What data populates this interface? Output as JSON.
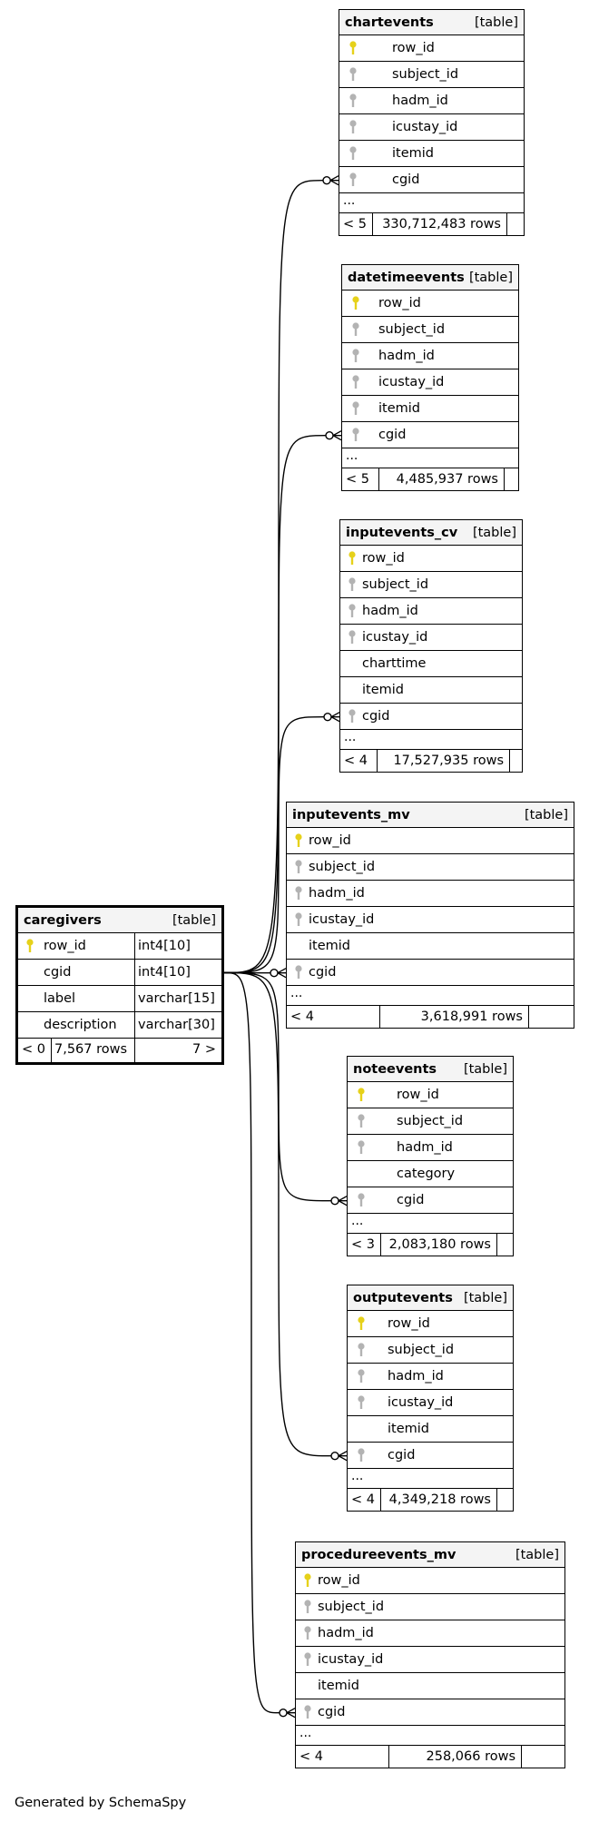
{
  "focus_table": {
    "name": "caregivers",
    "type": "[table]",
    "columns": [
      {
        "name": "row_id",
        "type": "int4[10]",
        "key": "primary"
      },
      {
        "name": "cgid",
        "type": "int4[10]",
        "key": "none"
      },
      {
        "name": "label",
        "type": "varchar[15]",
        "key": "none"
      },
      {
        "name": "description",
        "type": "varchar[30]",
        "key": "none"
      }
    ],
    "footer": {
      "parents": "< 0",
      "rows": "7,567 rows",
      "children": "7 >"
    }
  },
  "related_tables": [
    {
      "name": "chartevents",
      "type": "[table]",
      "columns": [
        {
          "name": "row_id",
          "key": "primary"
        },
        {
          "name": "subject_id",
          "key": "foreign"
        },
        {
          "name": "hadm_id",
          "key": "foreign"
        },
        {
          "name": "icustay_id",
          "key": "foreign"
        },
        {
          "name": "itemid",
          "key": "foreign"
        },
        {
          "name": "cgid",
          "key": "foreign"
        }
      ],
      "ellipsis": "...",
      "footer": {
        "parents": "< 5",
        "rows": "330,712,483 rows"
      }
    },
    {
      "name": "datetimeevents",
      "type": "[table]",
      "columns": [
        {
          "name": "row_id",
          "key": "primary"
        },
        {
          "name": "subject_id",
          "key": "foreign"
        },
        {
          "name": "hadm_id",
          "key": "foreign"
        },
        {
          "name": "icustay_id",
          "key": "foreign"
        },
        {
          "name": "itemid",
          "key": "foreign"
        },
        {
          "name": "cgid",
          "key": "foreign"
        }
      ],
      "ellipsis": "...",
      "footer": {
        "parents": "< 5",
        "rows": "4,485,937 rows"
      }
    },
    {
      "name": "inputevents_cv",
      "type": "[table]",
      "columns": [
        {
          "name": "row_id",
          "key": "primary"
        },
        {
          "name": "subject_id",
          "key": "foreign"
        },
        {
          "name": "hadm_id",
          "key": "foreign"
        },
        {
          "name": "icustay_id",
          "key": "foreign"
        },
        {
          "name": "charttime",
          "key": "none"
        },
        {
          "name": "itemid",
          "key": "none"
        },
        {
          "name": "cgid",
          "key": "foreign"
        }
      ],
      "ellipsis": "...",
      "footer": {
        "parents": "< 4",
        "rows": "17,527,935 rows"
      }
    },
    {
      "name": "inputevents_mv",
      "type": "[table]",
      "columns": [
        {
          "name": "row_id",
          "key": "primary"
        },
        {
          "name": "subject_id",
          "key": "foreign"
        },
        {
          "name": "hadm_id",
          "key": "foreign"
        },
        {
          "name": "icustay_id",
          "key": "foreign"
        },
        {
          "name": "itemid",
          "key": "none"
        },
        {
          "name": "cgid",
          "key": "foreign"
        }
      ],
      "ellipsis": "...",
      "footer": {
        "parents": "< 4",
        "rows": "3,618,991 rows"
      }
    },
    {
      "name": "noteevents",
      "type": "[table]",
      "columns": [
        {
          "name": "row_id",
          "key": "primary"
        },
        {
          "name": "subject_id",
          "key": "foreign"
        },
        {
          "name": "hadm_id",
          "key": "foreign"
        },
        {
          "name": "category",
          "key": "none"
        },
        {
          "name": "cgid",
          "key": "foreign"
        }
      ],
      "ellipsis": "...",
      "footer": {
        "parents": "< 3",
        "rows": "2,083,180 rows"
      }
    },
    {
      "name": "outputevents",
      "type": "[table]",
      "columns": [
        {
          "name": "row_id",
          "key": "primary"
        },
        {
          "name": "subject_id",
          "key": "foreign"
        },
        {
          "name": "hadm_id",
          "key": "foreign"
        },
        {
          "name": "icustay_id",
          "key": "foreign"
        },
        {
          "name": "itemid",
          "key": "none"
        },
        {
          "name": "cgid",
          "key": "foreign"
        }
      ],
      "ellipsis": "...",
      "footer": {
        "parents": "< 4",
        "rows": "4,349,218 rows"
      }
    },
    {
      "name": "procedureevents_mv",
      "type": "[table]",
      "columns": [
        {
          "name": "row_id",
          "key": "primary"
        },
        {
          "name": "subject_id",
          "key": "foreign"
        },
        {
          "name": "hadm_id",
          "key": "foreign"
        },
        {
          "name": "icustay_id",
          "key": "foreign"
        },
        {
          "name": "itemid",
          "key": "none"
        },
        {
          "name": "cgid",
          "key": "foreign"
        }
      ],
      "ellipsis": "...",
      "footer": {
        "parents": "< 4",
        "rows": "258,066 rows"
      }
    }
  ],
  "generated_by": "Generated by SchemaSpy",
  "colors": {
    "primary_key": "#e6d11a",
    "foreign_key": "#b3b3b3",
    "header_bg": "#f4f4f4",
    "line": "#000000"
  }
}
